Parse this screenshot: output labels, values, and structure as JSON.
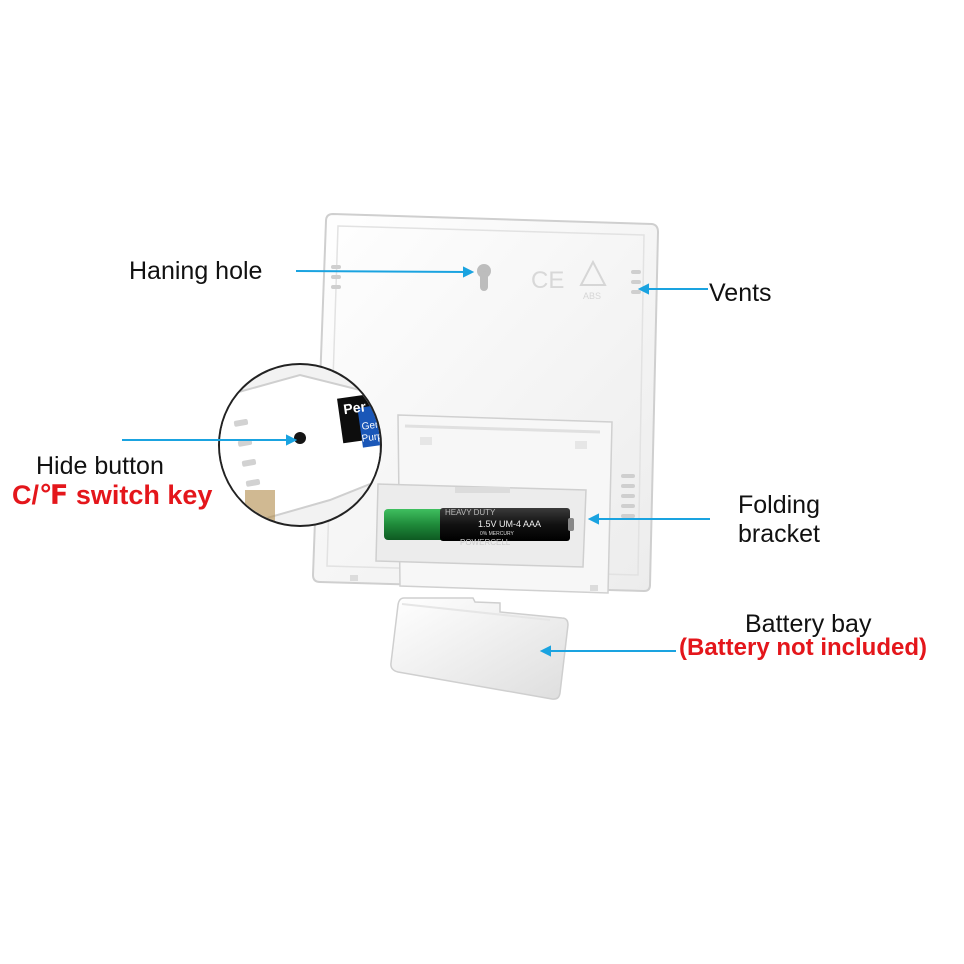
{
  "labels": {
    "hanging_hole": "Haning hole",
    "vents": "Vents",
    "hide_button": "Hide button",
    "switch_key": "C/℉ switch key",
    "folding_bracket_line1": "Folding",
    "folding_bracket_line2": "bracket",
    "battery_bay": "Battery bay",
    "battery_note": "(Battery not included)"
  },
  "device_marks": {
    "ce": "CE",
    "recycle": "ABS"
  },
  "battery": {
    "brand_partial": "Per",
    "line_top": "HEAVY DUTY",
    "line_mid": "1.5V UM-4 AAA",
    "line_small": "0% MERCURY",
    "line_bottom": "POWERCELL",
    "inset_line1": "Gene",
    "inset_line2": "Purp"
  },
  "colors": {
    "leader_line": "#1aa3e0",
    "annotation_red": "#e4161b",
    "device_white": "#f4f4f4",
    "battery_green": "#1f8a3a"
  }
}
